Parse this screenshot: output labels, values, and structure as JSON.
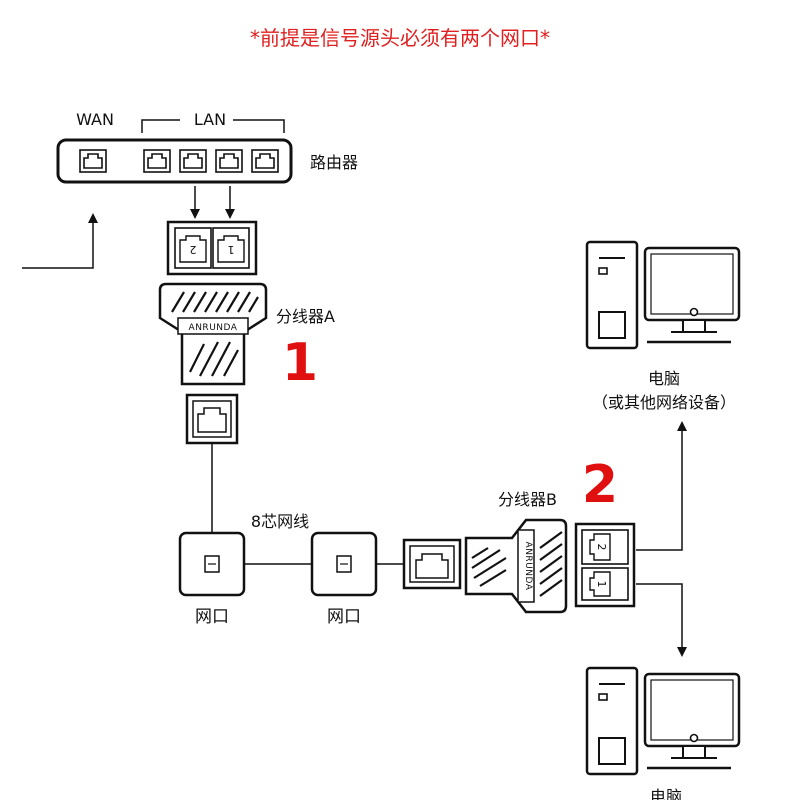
{
  "note": "*前提是信号源头必须有两个网口*",
  "router": {
    "wan_label": "WAN",
    "lan_label": "LAN",
    "label": "路由器"
  },
  "splitter_a": {
    "label": "分线器A",
    "step": "1",
    "brand": "ANRUNDA",
    "port_numbers": [
      "2",
      "1"
    ]
  },
  "cable_label": "8芯网线",
  "wall_ports": [
    "网口",
    "网口"
  ],
  "splitter_b": {
    "label": "分线器B",
    "step": "2",
    "brand": "ANRUNDA",
    "port_numbers": [
      "2",
      "1"
    ]
  },
  "computer_top": {
    "label": "电脑",
    "sublabel": "（或其他网络设备）"
  },
  "computer_bottom": {
    "label": "电脑"
  },
  "colors": {
    "note": "#e02020",
    "step_number": "#e01010",
    "line": "#111111"
  }
}
